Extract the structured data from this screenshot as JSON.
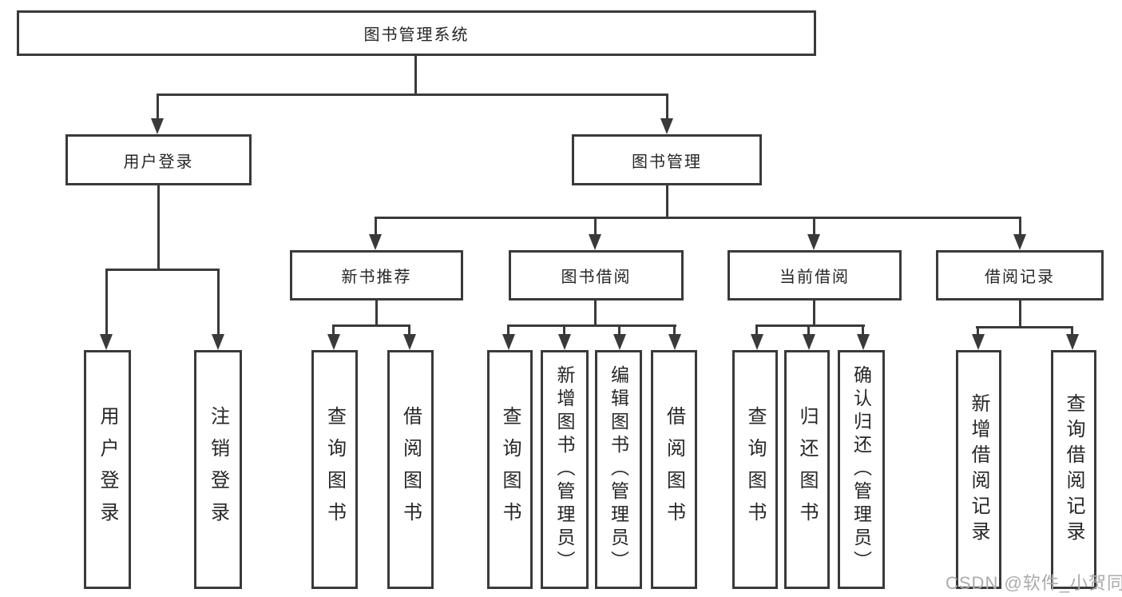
{
  "diagram": {
    "type": "hierarchy",
    "root": {
      "label": "图书管理系统"
    },
    "branches": [
      {
        "label": "用户登录",
        "children": [
          "用户登录",
          "注销登录"
        ]
      },
      {
        "label": "图书管理",
        "groups": [
          {
            "label": "新书推荐",
            "children": [
              "查询图书",
              "借阅图书"
            ]
          },
          {
            "label": "图书借阅",
            "children": [
              "查询图书",
              "新增图书（管理员）",
              "编辑图书（管理员）",
              "借阅图书"
            ]
          },
          {
            "label": "当前借阅",
            "children": [
              "查询图书",
              "归还图书",
              "确认归还（管理员）"
            ]
          },
          {
            "label": "借阅记录",
            "children": [
              "新增借阅记录",
              "查询借阅记录"
            ]
          }
        ]
      }
    ]
  },
  "watermark": "CSDN @软件_小贺同学",
  "colors": {
    "line": "#3a3a3a",
    "box_border": "#3a3a3a",
    "text": "#262626",
    "background": "#ffffff",
    "watermark": "#ababab"
  }
}
